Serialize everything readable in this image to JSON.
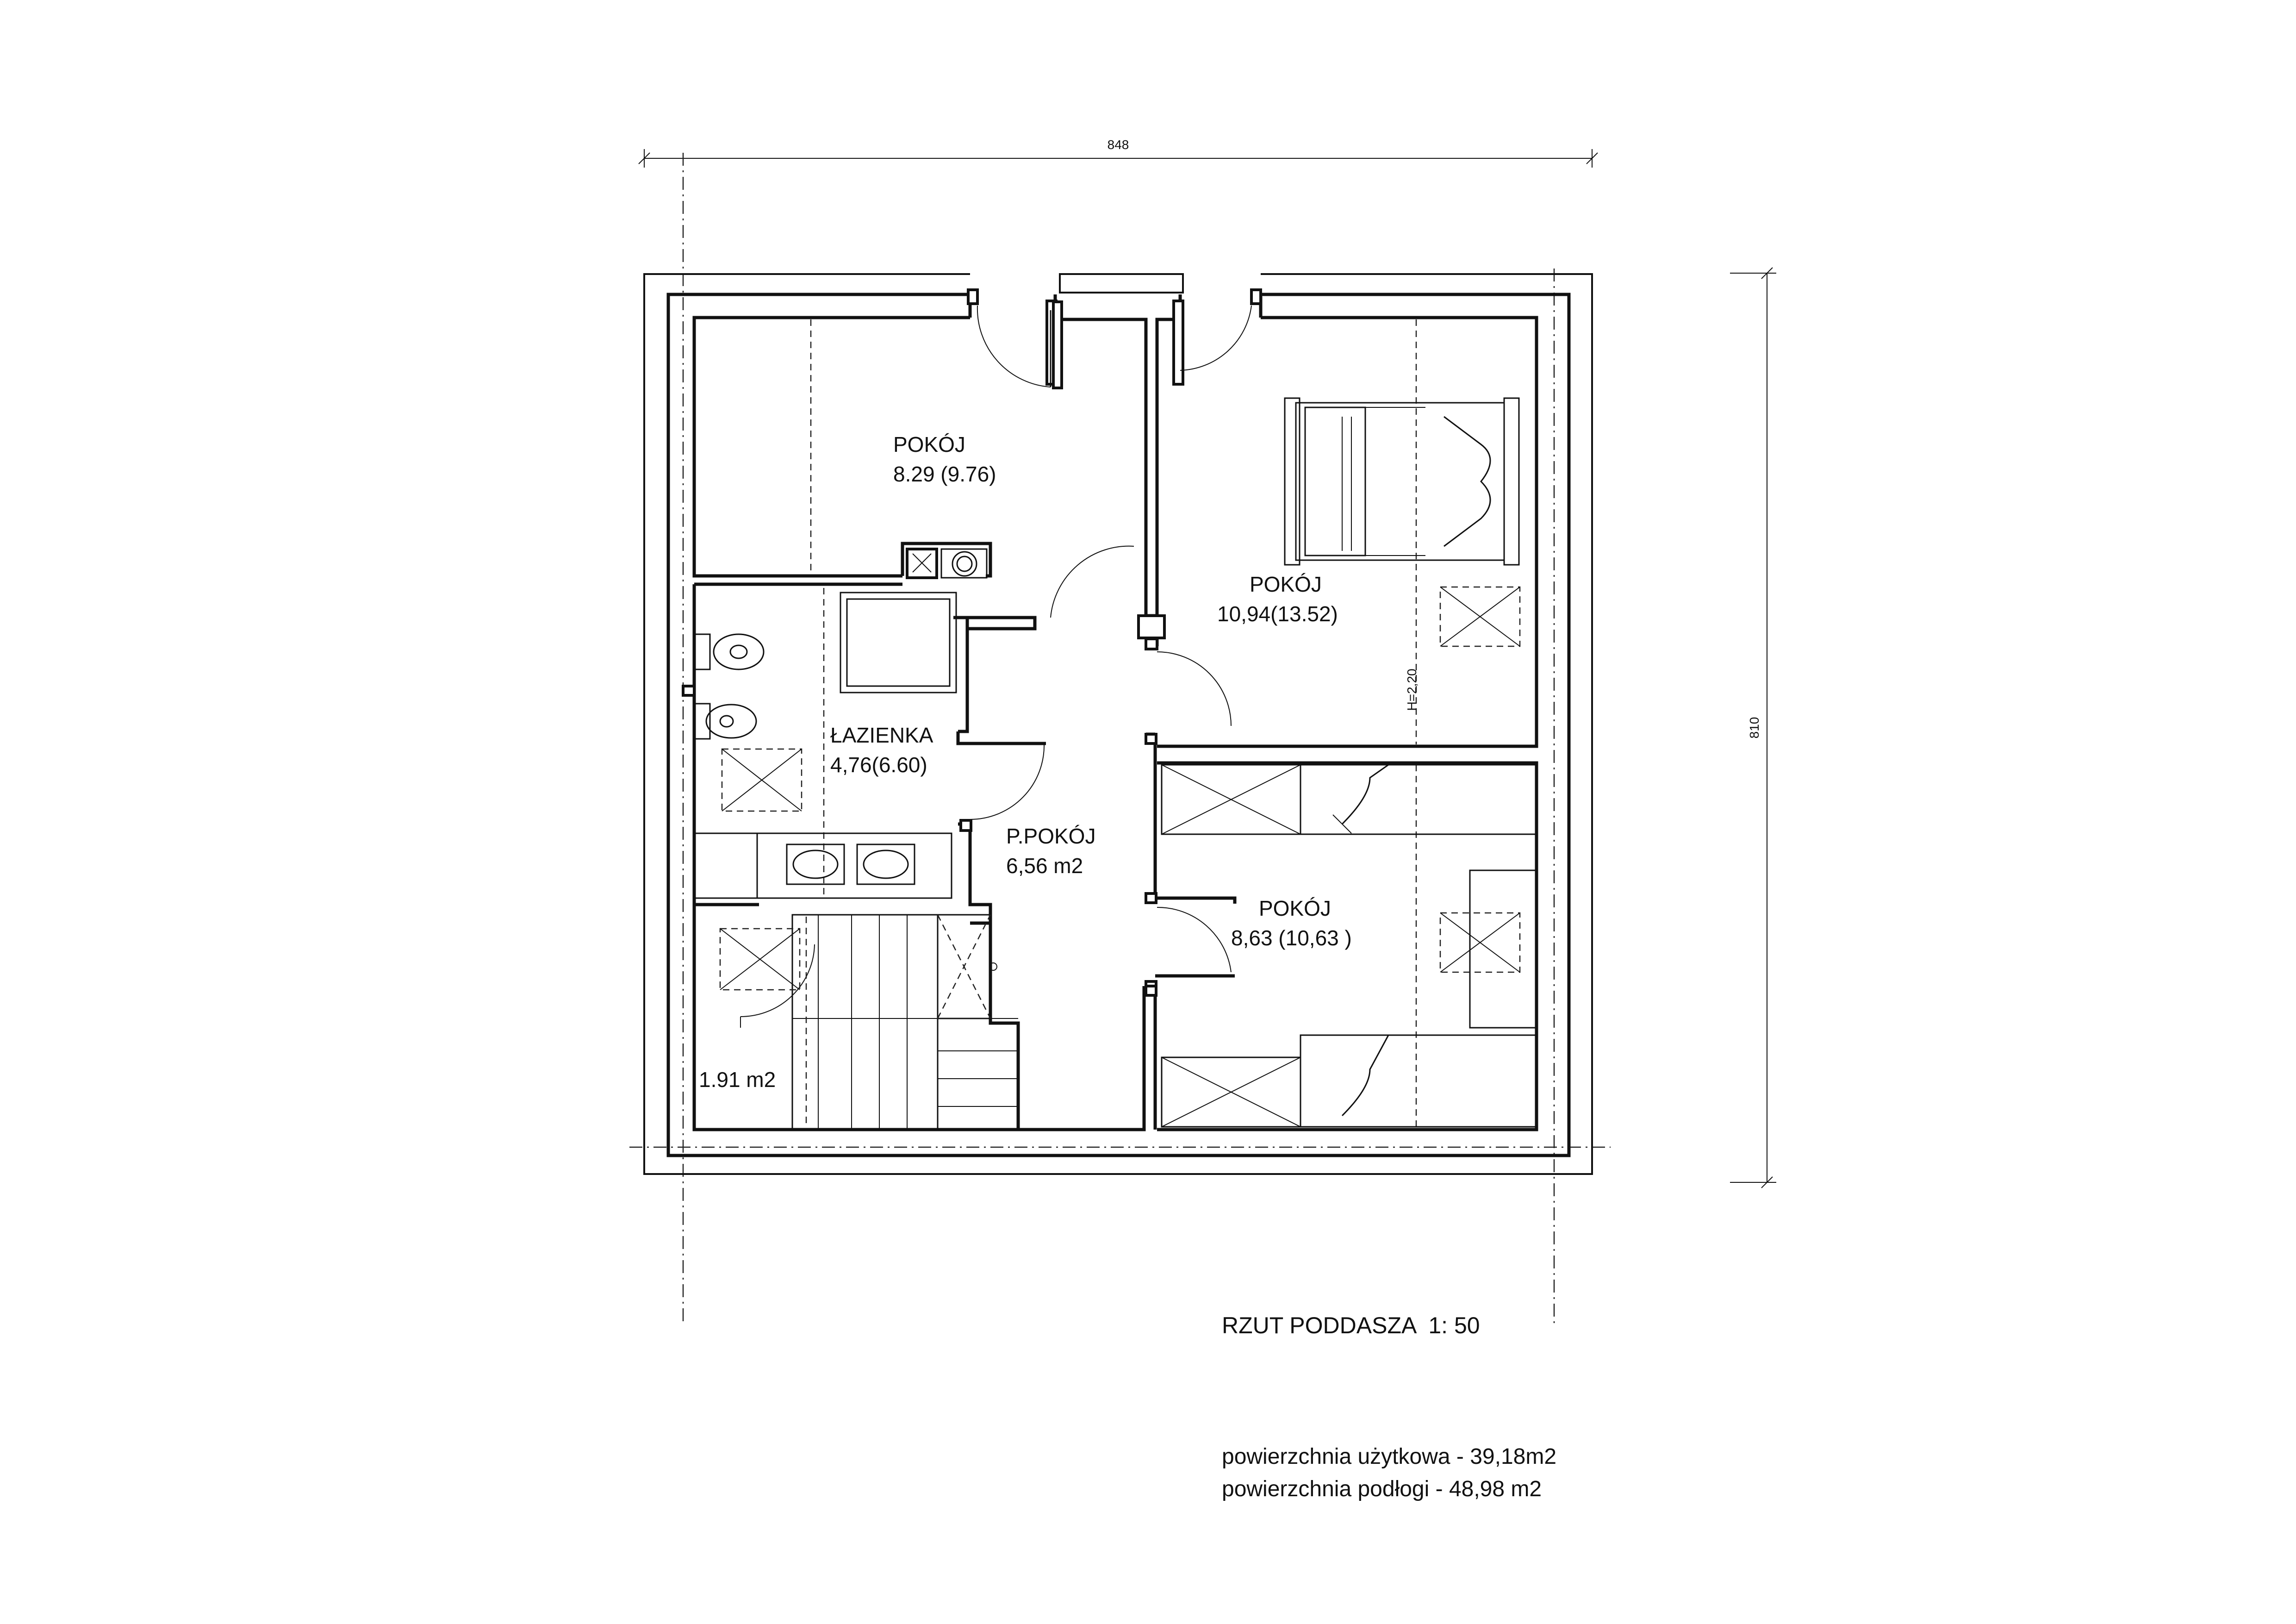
{
  "dimensions": {
    "width": "848",
    "height": "810",
    "height_note": "H=2,20"
  },
  "rooms": [
    {
      "id": "room-nw",
      "name": "POKÓJ",
      "area": "8.29 (9.76)"
    },
    {
      "id": "room-ne",
      "name": "POKÓJ",
      "area": "10,94(13.52)"
    },
    {
      "id": "bathroom",
      "name": "ŁAZIENKA",
      "area": "4,76(6.60)"
    },
    {
      "id": "hall",
      "name": "P.POKÓJ",
      "area": "6,56 m2"
    },
    {
      "id": "room-se",
      "name": "POKÓJ",
      "area": "8,63 (10,63 )"
    },
    {
      "id": "storage",
      "name": "",
      "area": "1.91 m2"
    }
  ],
  "title": "RZUT PODDASZA  1: 50",
  "summary": {
    "usable_area": "powierzchnia użytkowa - 39,18m2",
    "floor_area": "powierzchnia podłogi - 48,98 m2"
  }
}
